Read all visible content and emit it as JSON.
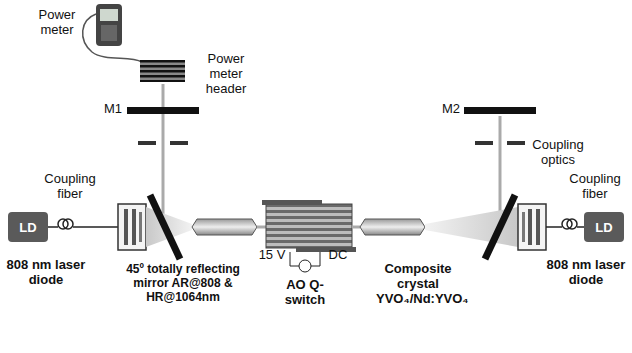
{
  "diagram": {
    "nodes": [
      {
        "text": [
          "LD"
        ]
      },
      {
        "text": [
          "LD"
        ]
      }
    ],
    "labels": [
      "Power meter",
      "Power meter header",
      "M1",
      "M2",
      "Coupling fiber",
      "808 nm laser diode",
      "45º totally reflecting mirror AR@808 & HR@1064nm",
      "AO Q-switch",
      "15 V",
      "DC",
      "Composite crystal YVO₄/Nd:YVO₄",
      "Coupling optics",
      "Coupling fiber",
      "808 nm laser diode"
    ]
  }
}
